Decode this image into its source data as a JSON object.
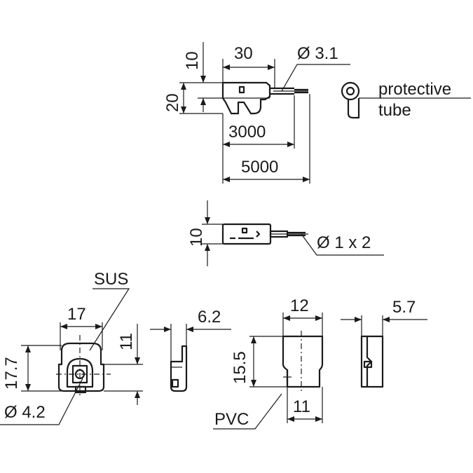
{
  "dimensions": {
    "top_height_10": "10",
    "top_length_30": "30",
    "cable_diameter": "Ø 3.1",
    "top_height_20": "20",
    "length_3000": "3000",
    "length_5000": "5000",
    "mid_height_10": "10",
    "mid_cable": "Ø 1 x 2",
    "front_width_17": "17",
    "front_height_17_7": "17.7",
    "front_height_11": "11",
    "hole_diameter": "Ø 4.2",
    "side_thickness": "6.2",
    "pvc_width_12": "12",
    "pvc_height_15_5": "15.5",
    "pvc_bottom_11": "11",
    "pvc_side_5_7": "5.7"
  },
  "labels": {
    "protective": "protective",
    "tube": "tube",
    "sus": "SUS",
    "pvc": "PVC"
  }
}
